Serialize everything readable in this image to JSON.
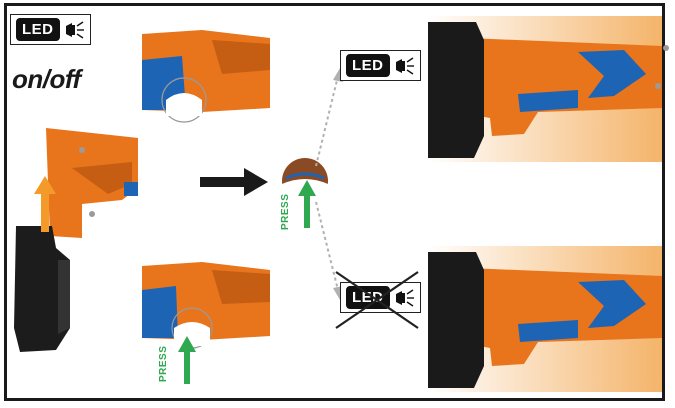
{
  "legend": {
    "led_label": "LED",
    "title": "on/off"
  },
  "press_label": "PRESS",
  "states": {
    "on_label": "LED",
    "off_label": "LED"
  },
  "colors": {
    "tool_orange": "#e8751c",
    "tool_blue": "#1e64b4",
    "arrow_green": "#2fa84f",
    "arrow_orange": "#f39a2b",
    "frame": "#1a1a1a"
  },
  "icons": [
    "flashlight-icon",
    "cross-icon",
    "press-arrow-icon",
    "direction-arrow-icon"
  ]
}
